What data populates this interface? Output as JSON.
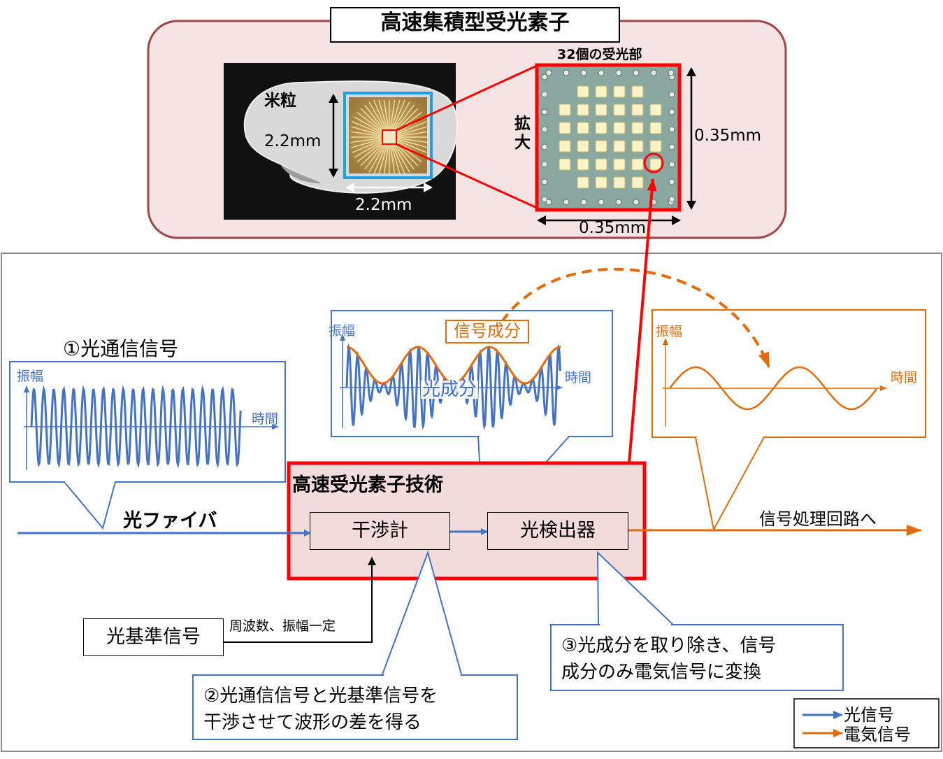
{
  "top": {
    "title": "高速集積型受光素子",
    "rice_label": "米粒",
    "dim_vertical_small": "2.2mm",
    "dim_horizontal_small": "2.2mm",
    "enlarge_label": "拡大",
    "receivers_label": "32個の受光部",
    "dim_vertical_large": "0.35mm",
    "dim_horizontal_large": "0.35mm"
  },
  "panels": {
    "optical_signal": {
      "title": "①光通信信号",
      "amplitude": "振幅",
      "time": "時間"
    },
    "interference": {
      "amplitude": "振幅",
      "time": "時間",
      "signal_component": "信号成分",
      "optical_component": "光成分"
    },
    "electrical": {
      "amplitude": "振幅",
      "time": "時間"
    }
  },
  "blocks": {
    "tech_title": "高速受光素子技術",
    "interferometer": "干渉計",
    "photodetector": "光検出器",
    "fiber": "光ファイバ",
    "to_processing": "信号処理回路へ",
    "reference": "光基準信号",
    "reference_note": "周波数、振幅一定"
  },
  "notes": {
    "step2_line1": "②光通信信号と光基準信号を",
    "step2_line2": "干渉させて波形の差を得る",
    "step3_line1": "③光成分を取り除き、信号",
    "step3_line2": "成分のみ電気信号に変換"
  },
  "legend": {
    "optical": "光信号",
    "electrical": "電気信号"
  },
  "colors": {
    "optical": "#4472c4",
    "electrical": "#e36c0a",
    "highlight": "#ff0000",
    "chip_frame": "#1e9fe0"
  }
}
